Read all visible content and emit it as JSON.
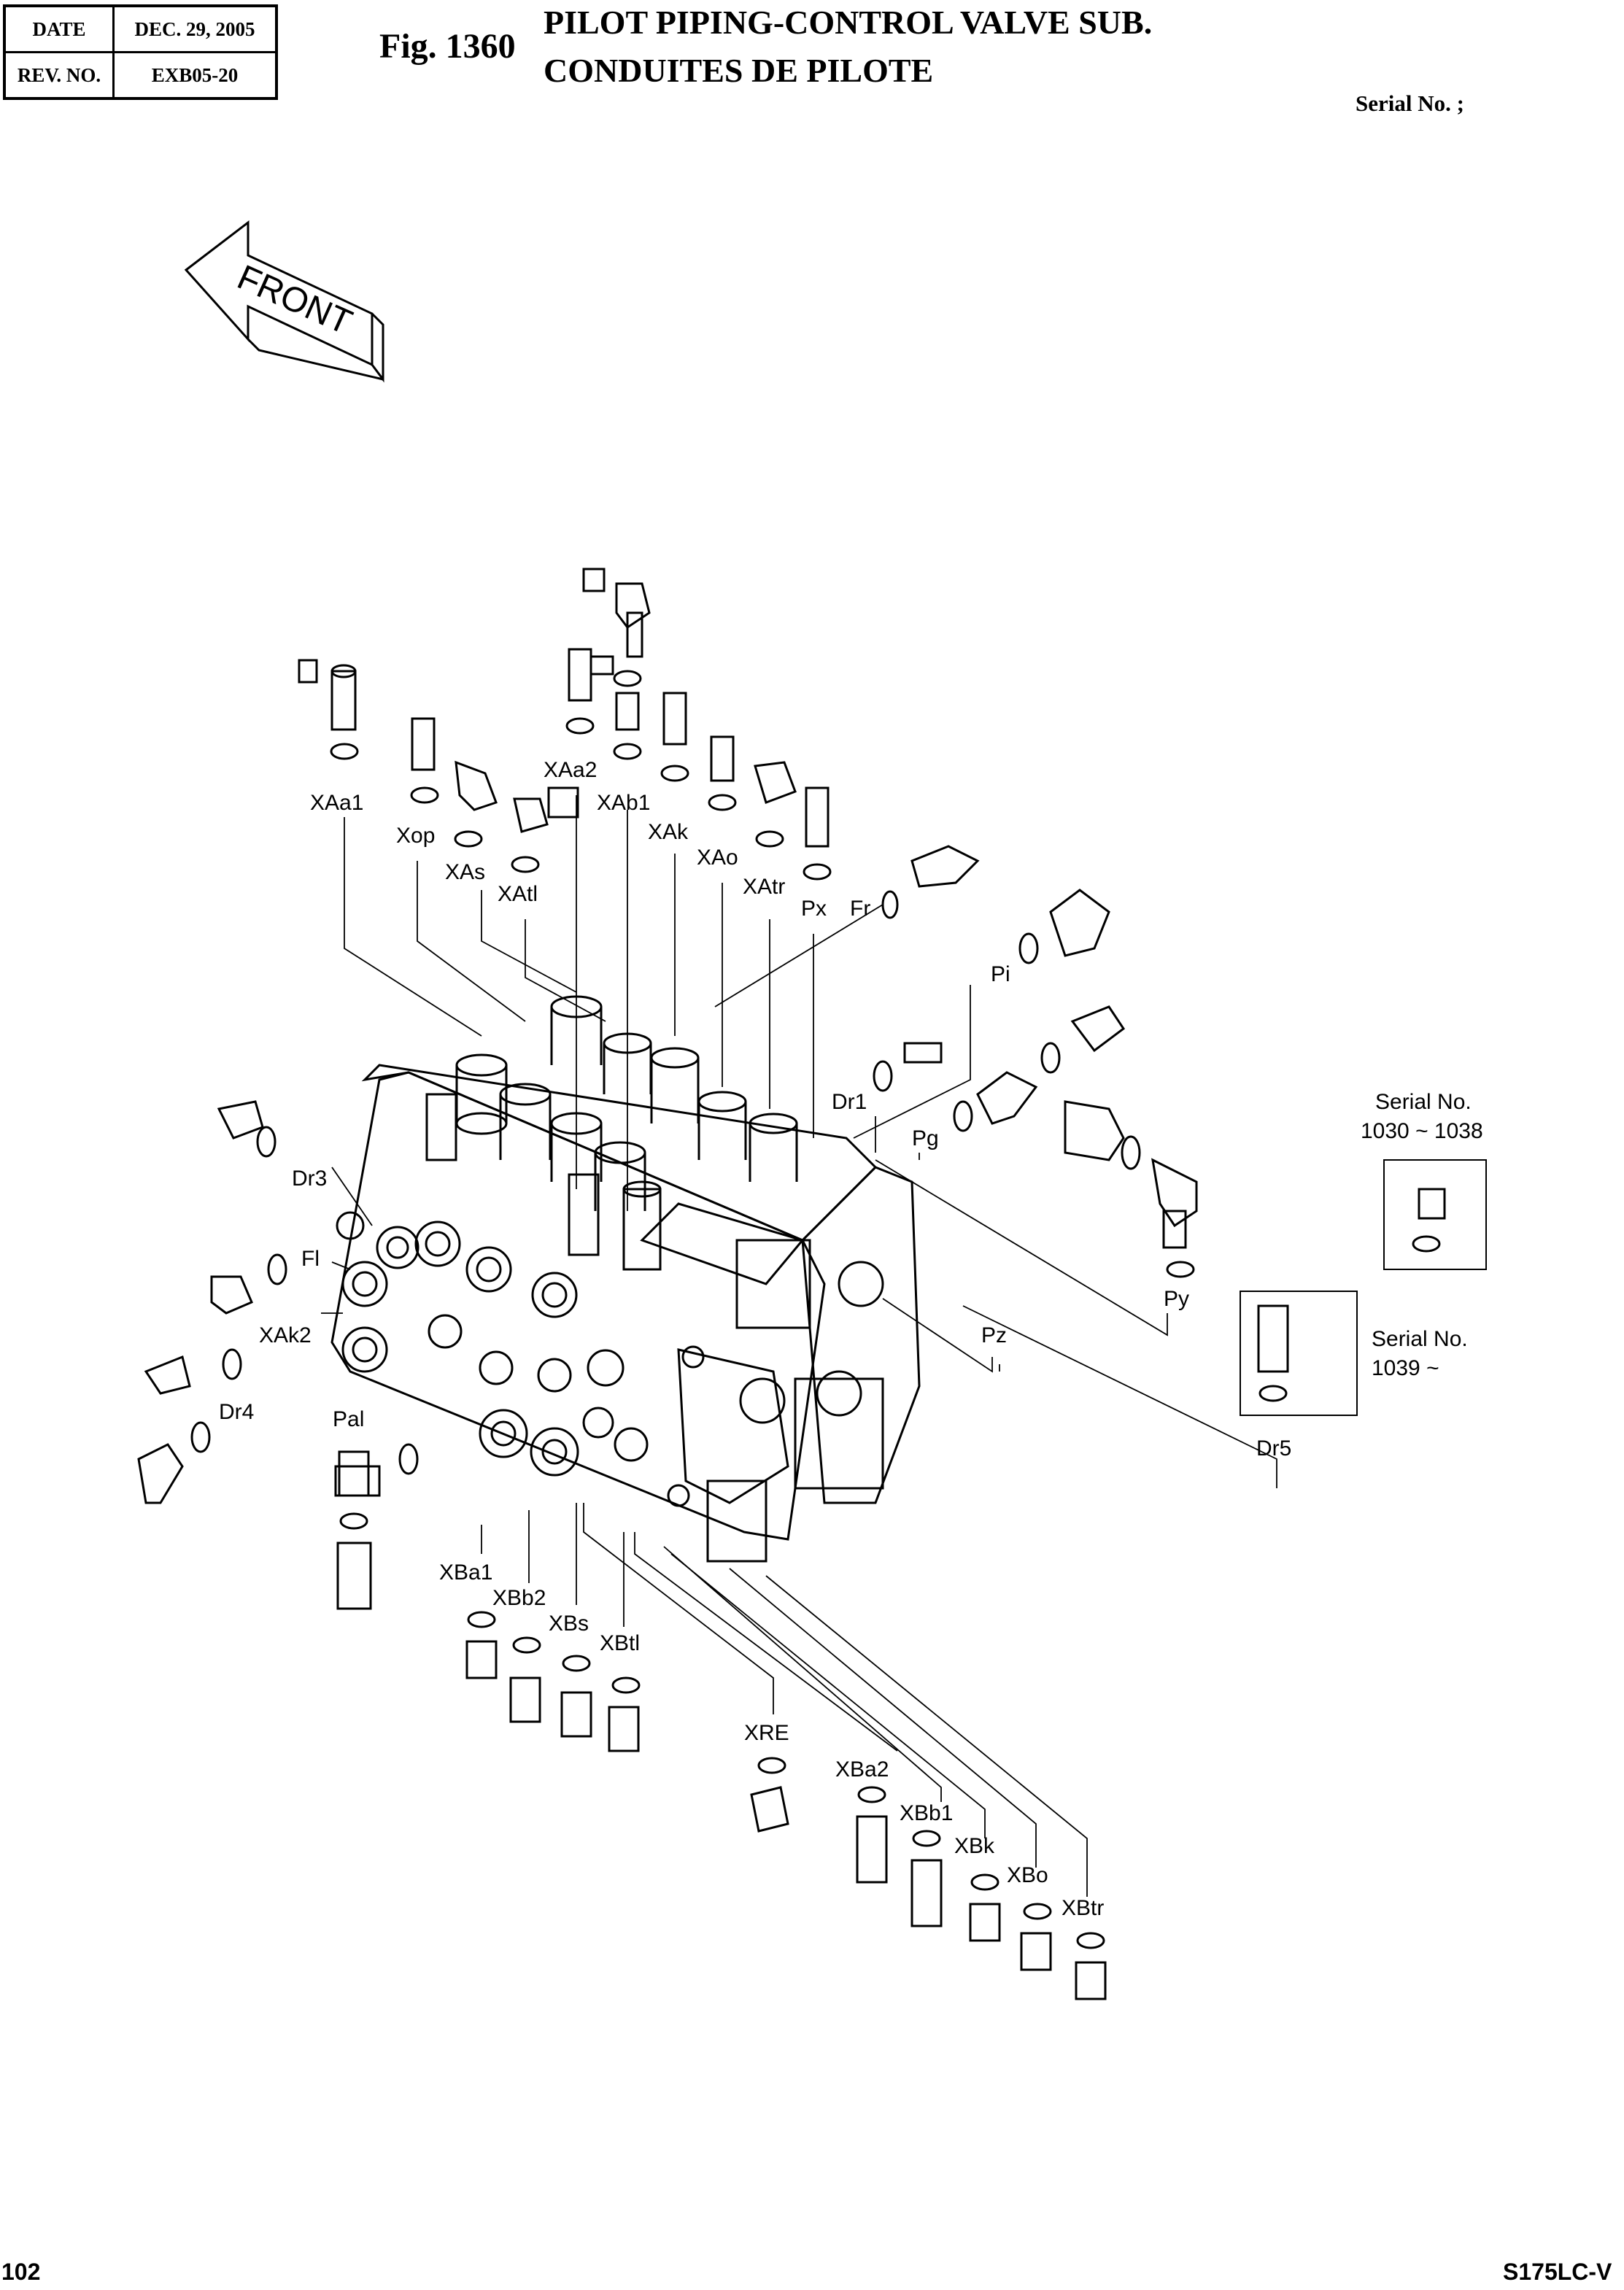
{
  "header": {
    "date_label": "DATE",
    "date_value": "DEC. 29, 2005",
    "rev_label": "REV. NO.",
    "rev_value": "EXB05-20"
  },
  "figure": {
    "number": "Fig. 1360",
    "title_en": "PILOT PIPING-CONTROL VALVE SUB.",
    "title_fr": "CONDUITES DE PILOTE",
    "serial_header": "Serial No. ;"
  },
  "front_arrow_label": "FRONT",
  "labels": {
    "xaa1": "XAa1",
    "xop": "Xop",
    "xas": "XAs",
    "xaa2": "XAa2",
    "xatl": "XAtl",
    "xab1": "XAb1",
    "xak": "XAk",
    "xao": "XAo",
    "xatr": "XAtr",
    "px": "Px",
    "fr": "Fr",
    "pi": "Pi",
    "dr1": "Dr1",
    "pg": "Pg",
    "dr3": "Dr3",
    "fl": "Fl",
    "xak2": "XAk2",
    "dr4": "Dr4",
    "pal": "Pal",
    "py": "Py",
    "pz": "Pz",
    "dr5": "Dr5",
    "xba1": "XBa1",
    "xbb2": "XBb2",
    "xbs": "XBs",
    "xbtl": "XBtl",
    "xre": "XRE",
    "xba2": "XBa2",
    "xbb1": "XBb1",
    "xbk": "XBk",
    "xbo": "XBo",
    "xbtr": "XBtr"
  },
  "serial_boxes": {
    "box1_line1": "Serial No.",
    "box1_line2": "1030 ~ 1038",
    "box2_line1": "Serial No.",
    "box2_line2": "1039 ~"
  },
  "footer": {
    "page": "102",
    "model": "S175LC-V"
  }
}
